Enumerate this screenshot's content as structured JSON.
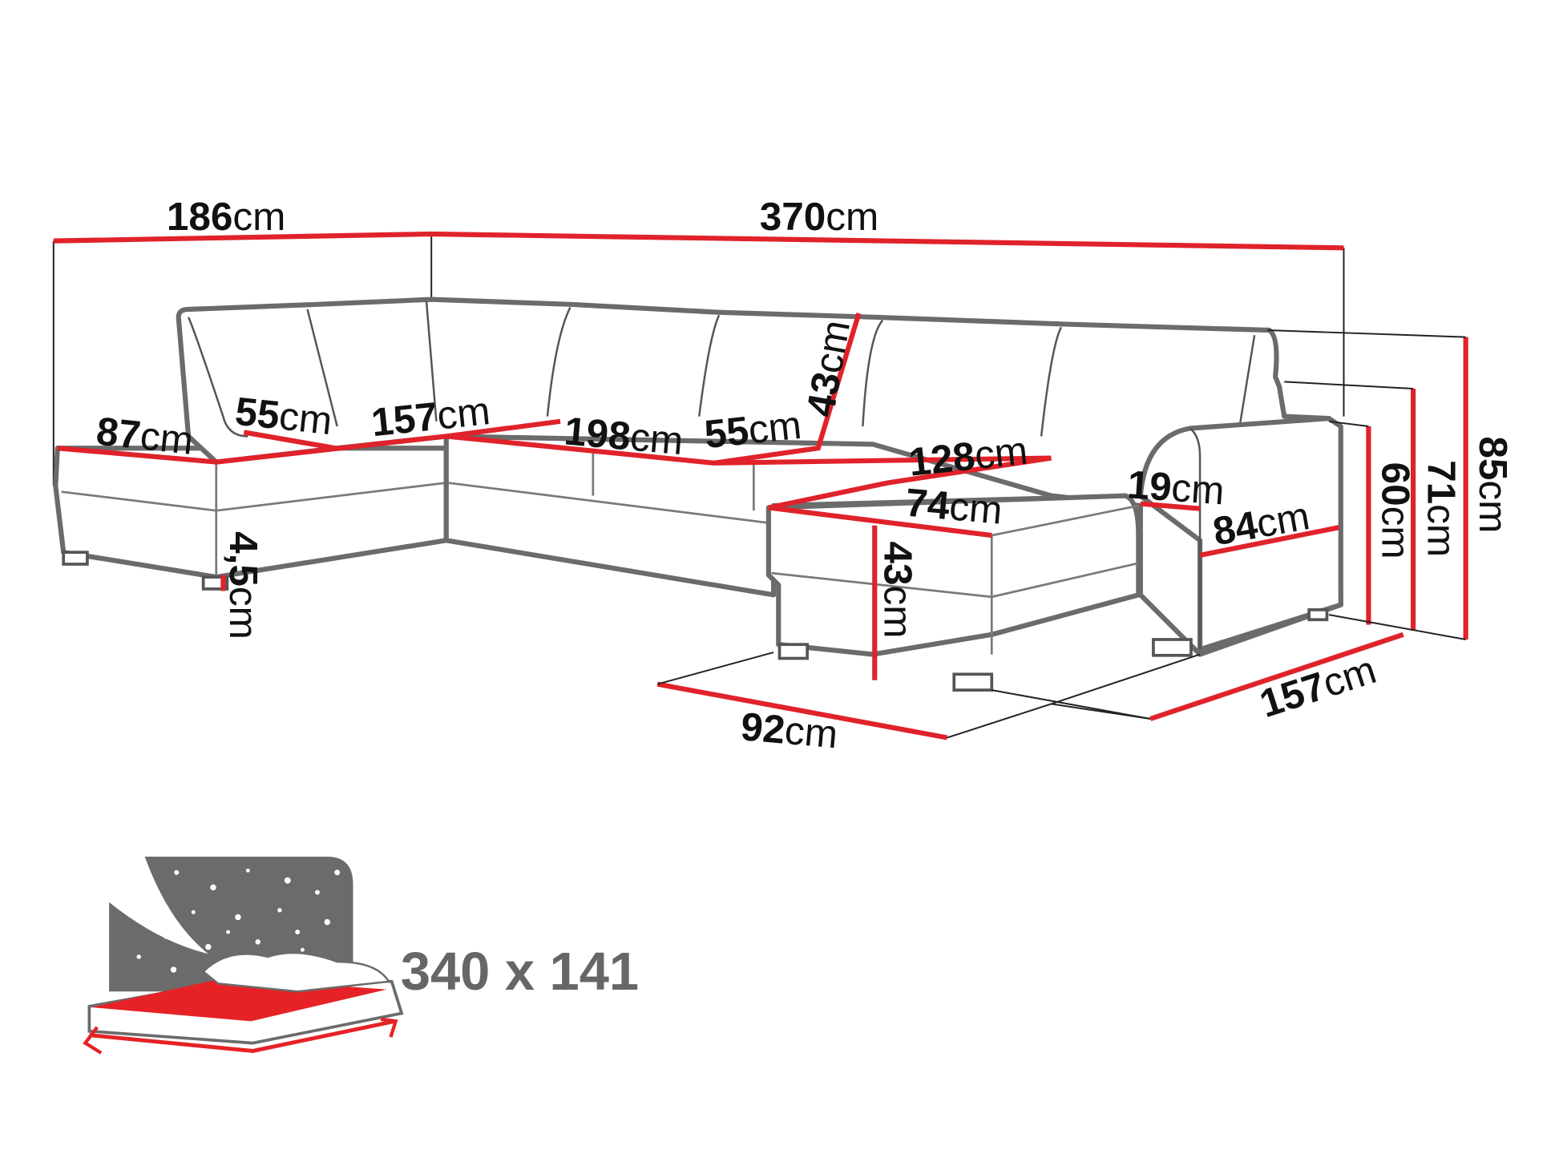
{
  "diagram": {
    "title": "U-shaped corner sofa dimensions",
    "unit": "cm",
    "colors": {
      "dimension_line": "#e0222a",
      "outline": "#6b6b6b",
      "bed_panel": "#6b6b6b",
      "bed_mattress": "#e62226",
      "text": "#111111",
      "bed_text": "#666666"
    },
    "dimensions": {
      "overall_left_depth": {
        "value": "186",
        "unit": "cm"
      },
      "overall_width": {
        "value": "370",
        "unit": "cm"
      },
      "left_seat_width": {
        "value": "87",
        "unit": "cm"
      },
      "left_seat_depth": {
        "value": "55",
        "unit": "cm"
      },
      "left_chaise_length": {
        "value": "157",
        "unit": "cm"
      },
      "back_seat_width": {
        "value": "198",
        "unit": "cm"
      },
      "back_seat_depth": {
        "value": "55",
        "unit": "cm"
      },
      "backrest_height": {
        "value": "43",
        "unit": "cm"
      },
      "right_seat_width": {
        "value": "128",
        "unit": "cm"
      },
      "ottoman_width": {
        "value": "74",
        "unit": "cm"
      },
      "armrest_width": {
        "value": "19",
        "unit": "cm"
      },
      "armrest_depth": {
        "value": "84",
        "unit": "cm"
      },
      "seat_height": {
        "value": "43",
        "unit": "cm"
      },
      "leg_height": {
        "value": "4,5",
        "unit": "cm"
      },
      "armrest_height": {
        "value": "60",
        "unit": "cm"
      },
      "back_height_low": {
        "value": "71",
        "unit": "cm"
      },
      "total_height": {
        "value": "85",
        "unit": "cm"
      },
      "ottoman_depth": {
        "value": "92",
        "unit": "cm"
      },
      "right_section_depth": {
        "value": "157",
        "unit": "cm"
      }
    },
    "sleeping_area": {
      "icon": "bed-icon",
      "label": "340 x 141"
    }
  }
}
